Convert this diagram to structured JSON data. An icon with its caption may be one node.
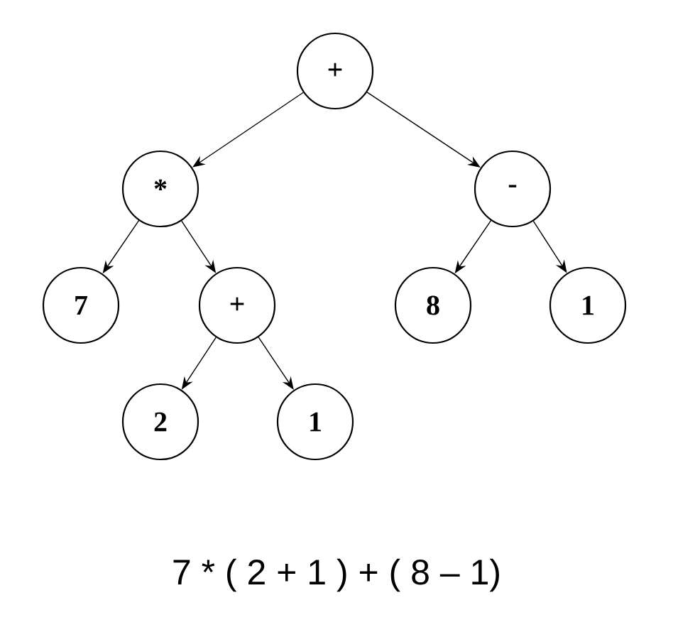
{
  "diagram": {
    "caption": "7 * ( 2 + 1 ) + ( 8 – 1)",
    "nodes": [
      {
        "text": [
          "+"
        ]
      },
      {
        "text": [
          "*"
        ]
      },
      {
        "text": [
          "-"
        ]
      },
      {
        "text": [
          "7"
        ]
      },
      {
        "text": [
          "+"
        ]
      },
      {
        "text": [
          "8"
        ]
      },
      {
        "text": [
          "1"
        ]
      },
      {
        "text": [
          "2"
        ]
      },
      {
        "text": [
          "1"
        ]
      }
    ],
    "edges": [
      {
        "from": 0,
        "to": 1,
        "arrow": "to"
      },
      {
        "from": 0,
        "to": 2,
        "arrow": "to"
      },
      {
        "from": 1,
        "to": 3,
        "arrow": "to"
      },
      {
        "from": 1,
        "to": 4,
        "arrow": "to"
      },
      {
        "from": 2,
        "to": 5,
        "arrow": "to"
      },
      {
        "from": 2,
        "to": 6,
        "arrow": "to"
      },
      {
        "from": 4,
        "to": 7,
        "arrow": "to"
      },
      {
        "from": 4,
        "to": 8,
        "arrow": "to"
      }
    ]
  }
}
